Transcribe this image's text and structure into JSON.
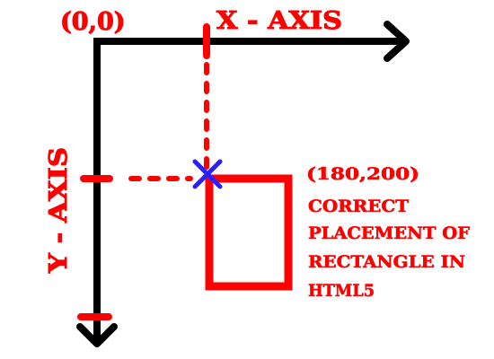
{
  "origin_label": "(0,0)",
  "x_axis_label": "X - AXIS",
  "y_axis_label": "Y - AXIS",
  "point_label": "(180,200)",
  "caption_lines": [
    "CORRECT",
    "PLACEMENT OF",
    "RECTANGLE IN",
    "HTML5"
  ],
  "colors": {
    "axis": "#000000",
    "accent": "#ff0000",
    "marker": "#2a1fff",
    "background": "#ffffff"
  }
}
